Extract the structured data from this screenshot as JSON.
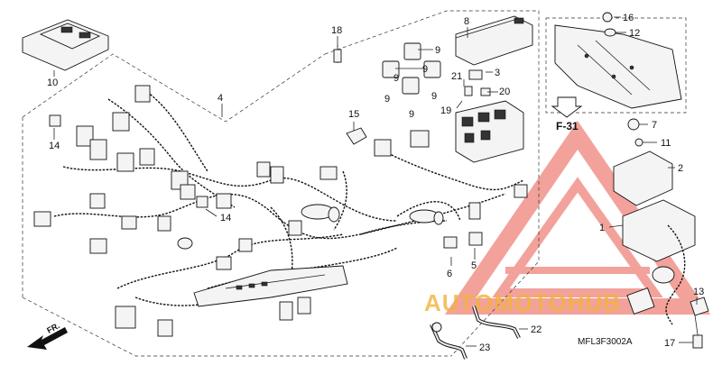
{
  "diagram": {
    "callouts": {
      "c1": "1",
      "c2": "2",
      "c3": "3",
      "c4": "4",
      "c5": "5",
      "c6": "6",
      "c7": "7",
      "c8": "8",
      "c9a": "9",
      "c9b": "9",
      "c9c": "9",
      "c9d": "9",
      "c9e": "9",
      "c9f": "9",
      "c10": "10",
      "c11": "11",
      "c12": "12",
      "c13": "13",
      "c14a": "14",
      "c14b": "14",
      "c15": "15",
      "c16": "16",
      "c17": "17",
      "c18": "18",
      "c19": "19",
      "c20": "20",
      "c21": "21",
      "c22": "22",
      "c23": "23"
    },
    "section_ref": "F-31",
    "front_label": "FR.",
    "part_code": "MFL3F3002A"
  },
  "watermark": {
    "text": "AUTOMOTOHUB",
    "colors": {
      "triangle": "#e8574a",
      "text_primary": "#f2b33a",
      "text_secondary": "#e8574a"
    }
  }
}
